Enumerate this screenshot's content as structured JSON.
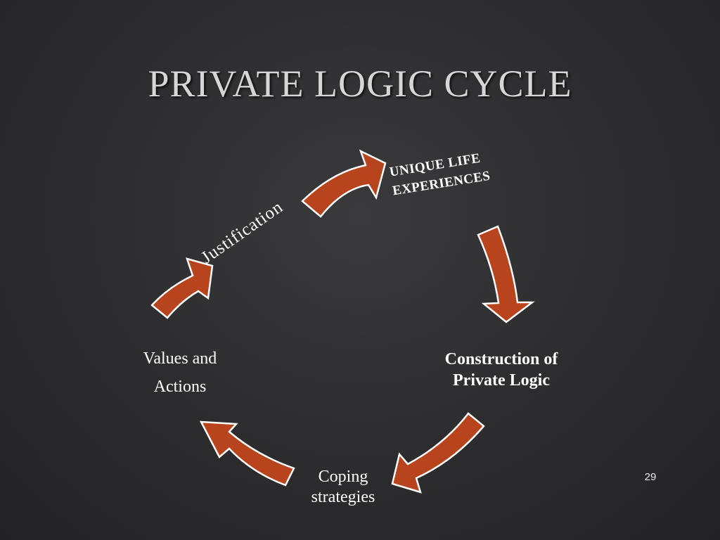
{
  "slide": {
    "title": "PRIVATE LOGIC CYCLE",
    "page_number": "29"
  },
  "cycle": {
    "nodes": [
      {
        "id": "unique",
        "lines": [
          "UNIQUE LIFE",
          "EXPERIENCES"
        ]
      },
      {
        "id": "construction",
        "lines": [
          "Construction of",
          "Private Logic"
        ]
      },
      {
        "id": "coping",
        "lines": [
          "Coping",
          "strategies"
        ]
      },
      {
        "id": "values",
        "lines": [
          "Values and",
          "Actions"
        ]
      },
      {
        "id": "justification",
        "lines": [
          "Justification"
        ]
      }
    ],
    "arrow_count": 5
  },
  "colors": {
    "arrow_fill": "#b8441e",
    "arrow_stroke": "#ffffff",
    "background": "#2e2e30",
    "title": "#d6d6d6",
    "text": "#ffffff"
  },
  "icons": {
    "cycle_arrow": "curved-arrow-icon"
  }
}
